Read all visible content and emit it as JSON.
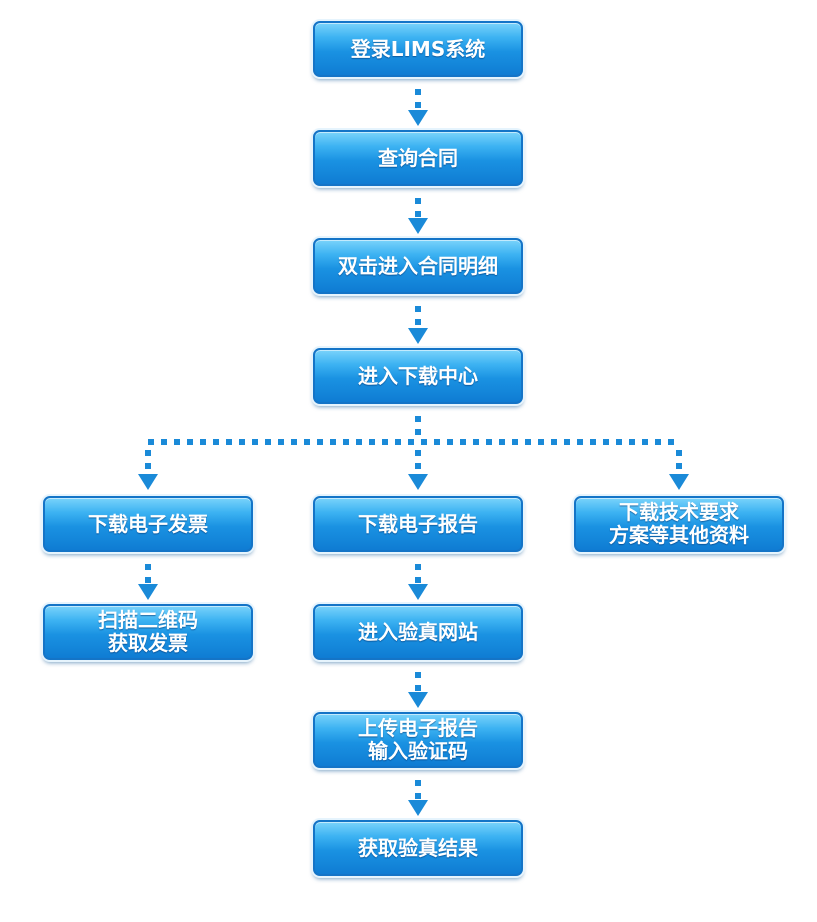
{
  "diagram": {
    "nodes": [
      {
        "id": "login",
        "lines": [
          "登录LIMS系统"
        ]
      },
      {
        "id": "query",
        "lines": [
          "查询合同"
        ]
      },
      {
        "id": "detail",
        "lines": [
          "双击进入合同明细"
        ]
      },
      {
        "id": "download-center",
        "lines": [
          "进入下载中心"
        ]
      },
      {
        "id": "download-invoice",
        "lines": [
          "下载电子发票"
        ]
      },
      {
        "id": "scan-qr",
        "lines": [
          "扫描二维码",
          "获取发票"
        ]
      },
      {
        "id": "download-report",
        "lines": [
          "下载电子报告"
        ]
      },
      {
        "id": "verify-site",
        "lines": [
          "进入验真网站"
        ]
      },
      {
        "id": "upload-report",
        "lines": [
          "上传电子报告",
          "输入验证码"
        ]
      },
      {
        "id": "result",
        "lines": [
          "获取验真结果"
        ]
      },
      {
        "id": "download-tech",
        "lines": [
          "下载技术要求",
          "方案等其他资料"
        ]
      }
    ],
    "edges": [
      {
        "from": "login",
        "to": "query"
      },
      {
        "from": "query",
        "to": "detail"
      },
      {
        "from": "detail",
        "to": "download-center"
      },
      {
        "from": "download-center",
        "to": "download-invoice"
      },
      {
        "from": "download-center",
        "to": "download-report"
      },
      {
        "from": "download-center",
        "to": "download-tech"
      },
      {
        "from": "download-invoice",
        "to": "scan-qr"
      },
      {
        "from": "download-report",
        "to": "verify-site"
      },
      {
        "from": "verify-site",
        "to": "upload-report"
      },
      {
        "from": "upload-report",
        "to": "result"
      }
    ],
    "colors": {
      "connector": "#1a8ad8",
      "node_border": "#1474c7",
      "node_fill": "#1a92e2",
      "node_text": "#ffffff"
    }
  }
}
